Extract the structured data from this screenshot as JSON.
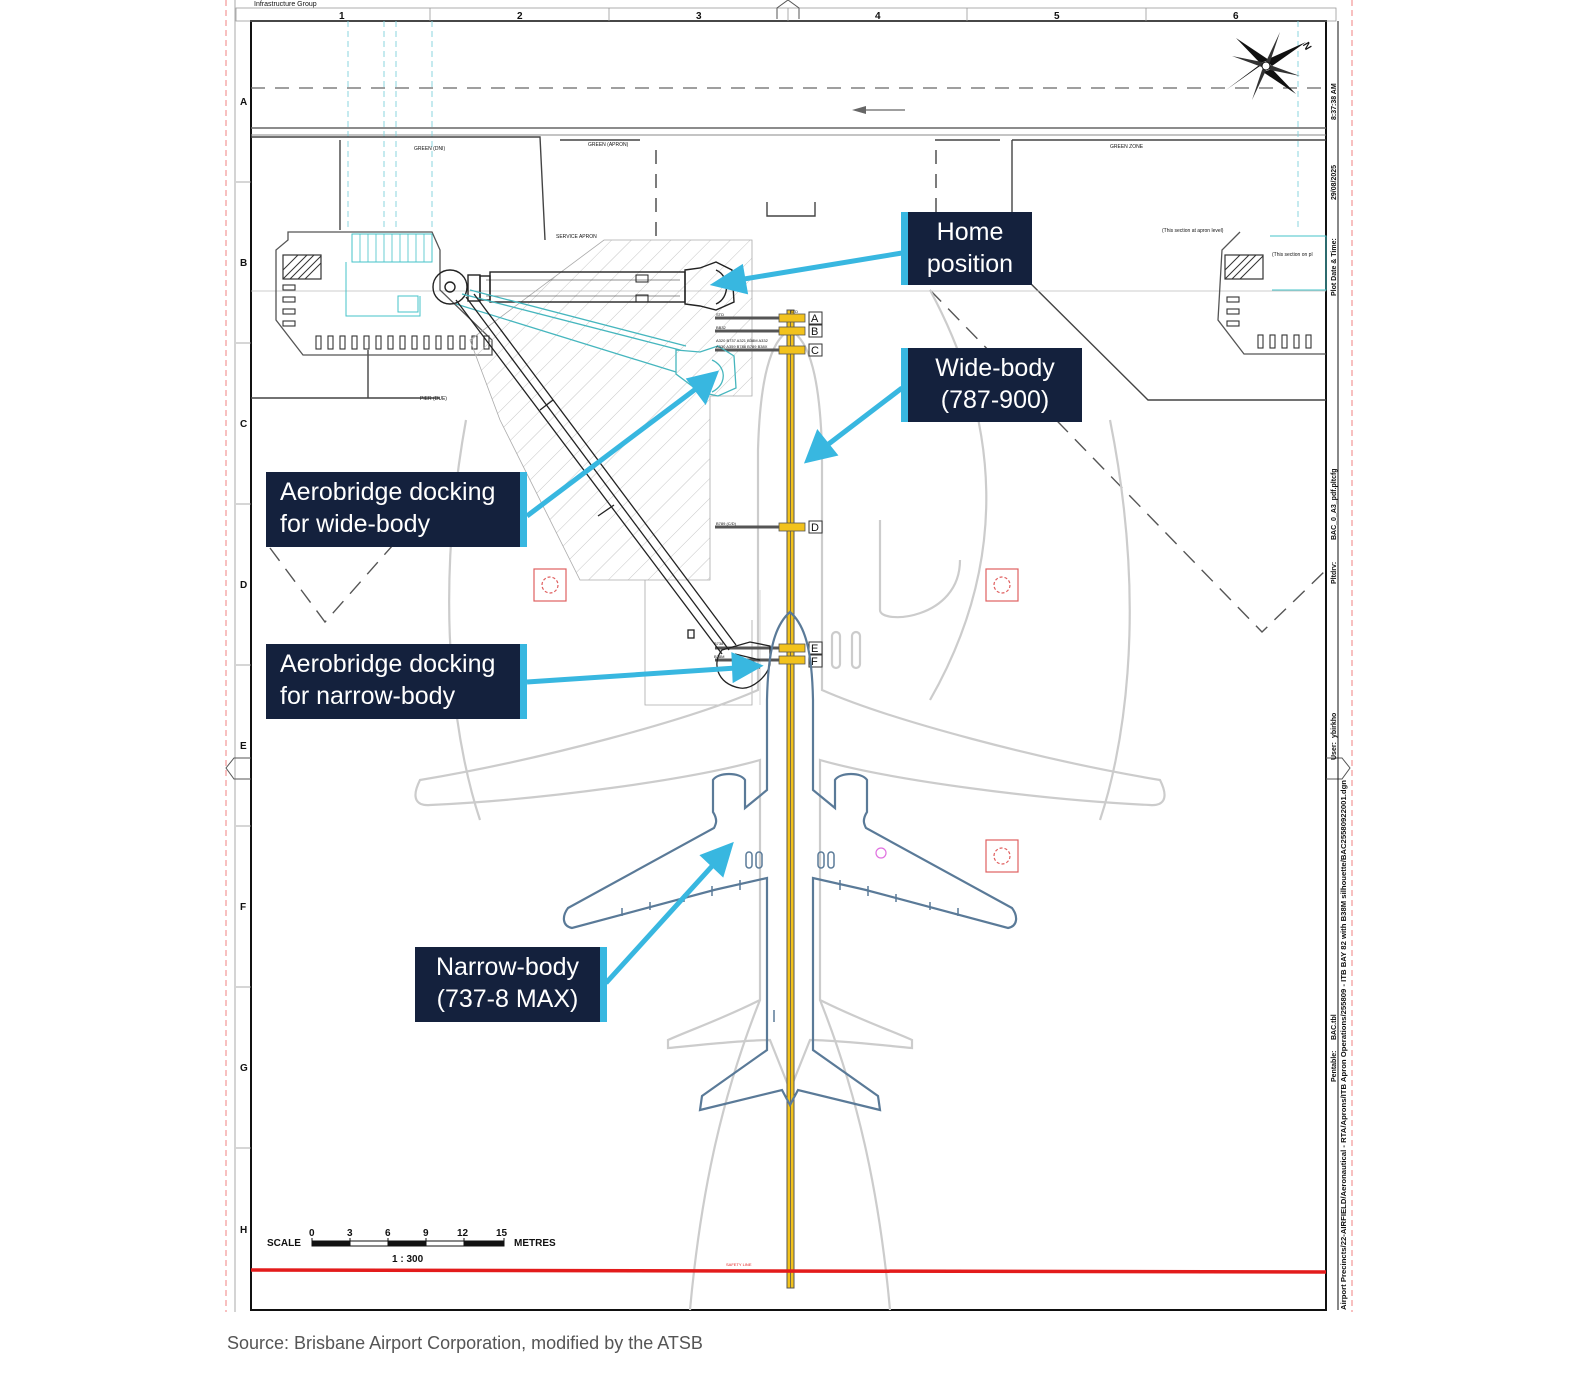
{
  "header": {
    "title_block": "Infrastructure Group"
  },
  "grid": {
    "columns": [
      "1",
      "2",
      "3",
      "4",
      "5",
      "6"
    ],
    "rows": [
      "A",
      "B",
      "C",
      "D",
      "E",
      "F",
      "G",
      "H"
    ]
  },
  "callouts": {
    "home_position": [
      "Home",
      "position"
    ],
    "wide_body": [
      "Wide-body",
      "(787-900)"
    ],
    "aerobridge_wide": [
      "Aerobridge docking",
      "for wide-body"
    ],
    "aerobridge_narrow": [
      "Aerobridge docking",
      "for narrow-body"
    ],
    "narrow_body": [
      "Narrow-body",
      "(737-8 MAX)"
    ]
  },
  "stop_bars": [
    "A",
    "B",
    "C",
    "D",
    "E",
    "F"
  ],
  "scale": {
    "label": "SCALE",
    "ticks": [
      "0",
      "3",
      "6",
      "9",
      "12",
      "15"
    ],
    "unit": "METRES",
    "ratio": "1 : 300"
  },
  "side_panel": {
    "plot_time": "8:37:38 AM",
    "plot_date": "29/08/2025",
    "plot_date_label": "Plot Date & Time:",
    "plotdrv": "BAC_0_A3_pdf.pltcfg",
    "plotdrv_label": "Pltdrv:",
    "user": "ybirkho",
    "user_label": "User:",
    "file_path": "Airport Precincts/22-AIRFIELD/Aeronautical - RTA/Aprons/ITB Apron Operations/255809 - ITB BAY 82 with B38M silhouette/BAC25580922001.dgn",
    "pentable": "BAC.tbl",
    "pentable_label": "Pentable:"
  },
  "source": "Source: Brisbane Airport Corporation, modified by the ATSB",
  "colors": {
    "callout_bg": "#14213d",
    "callout_bar": "#38b7e0",
    "arrow": "#38b7e0",
    "centreline": "#f2c21c",
    "narrow_body_outline": "#5a7a98",
    "wide_body_outline": "#cccccc",
    "safety_line": "#e31b1b"
  }
}
